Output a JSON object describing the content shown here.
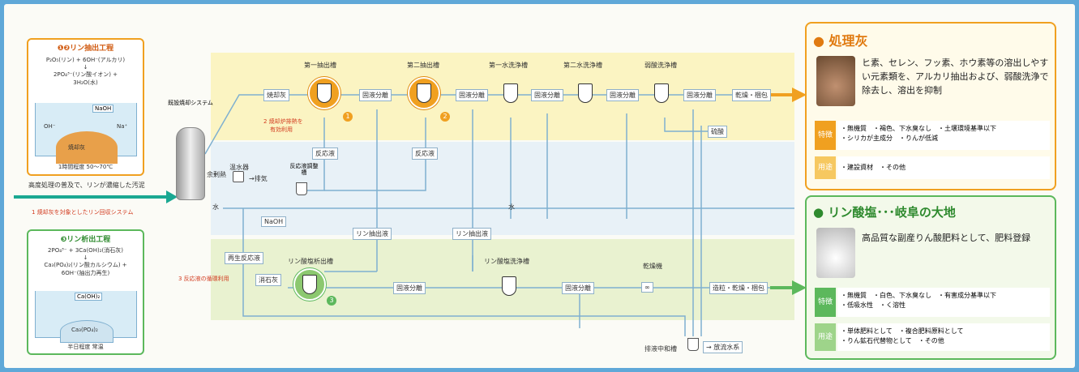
{
  "left_top": {
    "title": "❶❷リン抽出工程",
    "eq1": "P₂O₅(リン) + 6OH⁻(アルカリ)",
    "eq2": "2PO₄³⁻(リン酸イオン) +",
    "eq3": "3H₂O(水)",
    "naoh": "NaOH",
    "ion_na": "Na⁺",
    "ion_oh": "OH⁻",
    "ash": "焼却灰",
    "time": "1時間程度 50～70℃"
  },
  "left_bottom": {
    "title": "❸リン析出工程",
    "eq1": "2PO₄³⁻ + 3Ca(OH)₂(消石灰)",
    "eq2": "Ca₃(PO₄)₂(リン酸カルシウム) +",
    "eq3": "6OH⁻(抽出力再生)",
    "caoh": "Ca(OH)₂",
    "product": "Ca₃(PO₄)₂",
    "time": "半日程度 常温"
  },
  "sludge_text": "高度処理の普及で、リンが濃縮した汚泥",
  "system_note": "1 焼却灰を対象としたリン回収システム",
  "incinerator_label": "既設焼却システム",
  "heat": {
    "surplus": "余剰熱",
    "heater": "温水器",
    "steam": "→排気",
    "note1": "2 焼却炉排熱を",
    "note2": "有効利用"
  },
  "reuse_note": "3 反応液の循環利用",
  "water": "水",
  "naoh_box": "NaOH",
  "adjust_tank": "反応液調整槽",
  "top_flow": {
    "ash_chip": "焼却灰",
    "tank1": "第一抽出槽",
    "tank2": "第二抽出槽",
    "tank3": "第一水洗浄槽",
    "tank4": "第二水洗浄槽",
    "tank5": "弱酸洗浄槽",
    "sep1": "固液分離",
    "sep2": "固液分離",
    "sep3": "固液分離",
    "sep4": "固液分離",
    "sep5": "固液分離",
    "dry": "乾燥・梱包",
    "react1": "反応液",
    "react2": "反応液",
    "sulfuric": "硫酸",
    "num1": "1",
    "num2": "2"
  },
  "mid_flow": {
    "extract1": "リン抽出液",
    "extract2": "リン抽出液",
    "regen": "再生反応液"
  },
  "bottom_flow": {
    "lime": "消石灰",
    "precip_tank": "リン酸塩析出槽",
    "sep1": "固液分離",
    "wash_tank": "リン酸塩洗浄槽",
    "sep2": "固液分離",
    "dryer": "乾燥機",
    "final": "造粒・乾燥・梱包",
    "num3": "3",
    "neutral": "排液中和槽",
    "discharge": "→ 放流水系"
  },
  "panel_ash": {
    "title": "処理灰",
    "desc": "ヒ素、セレン、フッ素、ホウ素等の溶出しやすい元素類を、アルカリ抽出および、弱酸洗浄で除去し、溶出を抑制",
    "feat_tag": "特徴",
    "feat1": "・無機質　・褐色、下水臭なし　・土壌環境基準以下",
    "feat2": "・シリカが主成分　・りんが低減",
    "use_tag": "用途",
    "use1": "・建設資材　・その他"
  },
  "panel_p": {
    "title": "リン酸塩･･･岐阜の大地",
    "desc": "高品質な副産りん酸肥料として、肥料登録",
    "feat_tag": "特徴",
    "feat1": "・無機質　・白色、下水臭なし　・有害成分基準以下",
    "feat2": "・低吸水性　・く溶性",
    "use_tag": "用途",
    "use1": "・単体肥料として　・複合肥料原料として",
    "use2": "・りん鉱石代替物として　・その他"
  },
  "colors": {
    "orange": "#f0a020",
    "green": "#5cb85c",
    "teal": "#1aa892",
    "red": "#d23a1e"
  }
}
